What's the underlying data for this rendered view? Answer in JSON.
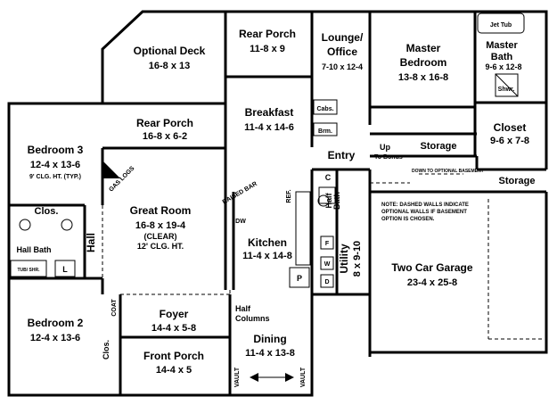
{
  "rooms": {
    "optional_deck": {
      "name": "Optional Deck",
      "dims": "16-8 x 13"
    },
    "rear_porch_top": {
      "name": "Rear Porch",
      "dims": "11-8 x 9"
    },
    "lounge": {
      "name1": "Lounge/",
      "name2": "Office",
      "dims": "7-10 x 12-4"
    },
    "master_bedroom": {
      "name1": "Master",
      "name2": "Bedroom",
      "dims": "13-8 x 16-8"
    },
    "master_bath": {
      "name1": "Master",
      "name2": "Bath",
      "dims": "9-6 x 12-8"
    },
    "rear_porch_left": {
      "name": "Rear Porch",
      "dims": "16-8 x 6-2"
    },
    "breakfast": {
      "name": "Breakfast",
      "dims": "11-4 x 14-6"
    },
    "closet": {
      "name": "Closet",
      "dims": "9-6 x 7-8"
    },
    "bedroom3": {
      "name": "Bedroom 3",
      "dims": "12-4 x 13-6",
      "note": "9' CLG. HT. (TYP.)"
    },
    "great_room": {
      "name": "Great Room",
      "dims": "16-8 x 19-4",
      "note1": "(CLEAR)",
      "note2": "12' CLG. HT."
    },
    "kitchen": {
      "name": "Kitchen",
      "dims": "11-4 x 14-8"
    },
    "entry": {
      "name": "Entry"
    },
    "utility": {
      "name": "Utility",
      "dims": "8 x 9-10"
    },
    "garage": {
      "name": "Two Car Garage",
      "dims": "23-4 x 25-8"
    },
    "bedroom2": {
      "name": "Bedroom 2",
      "dims": "12-4 x 13-6"
    },
    "foyer": {
      "name": "Foyer",
      "dims": "14-4 x 5-8"
    },
    "front_porch": {
      "name": "Front Porch",
      "dims": "14-4 x 5"
    },
    "dining": {
      "name": "Dining",
      "dims": "11-4 x 13-8"
    }
  },
  "labels": {
    "jet_tub": "Jet Tub",
    "shwr": "Shwr.",
    "cabs": "Cabs.",
    "brm": "Brm.",
    "up_to_bonus": "Up",
    "to_bonus": "To Bonus",
    "storage_mid": "Storage",
    "storage_right": "Storage",
    "down_to_basement": "DOWN TO OPTIONAL BASEMENT",
    "gas_logs": "GAS LOGS",
    "clos_bed3": "Clos.",
    "hall_bath": "Hall Bath",
    "tub_shr": "TUB/ SHR.",
    "linen": "L",
    "hall": "Hall",
    "coat": "COAT",
    "clos_bed2": "Clos.",
    "half_columns1": "Half",
    "half_columns2": "Columns",
    "vault_left": "VAULT",
    "vault_right": "VAULT",
    "raised_bar": "RAISED BAR",
    "dw": "DW",
    "ref": "REF.",
    "pantry": "P",
    "coat_c": "C",
    "half_bath1": "Half",
    "half_bath2": "Bath",
    "freezer": "F",
    "washer": "W",
    "dryer": "D",
    "note": "NOTE: DASHED WALLS INDICATE OPTIONAL WALLS IF BASEMENT OPTION IS CHOSEN."
  }
}
